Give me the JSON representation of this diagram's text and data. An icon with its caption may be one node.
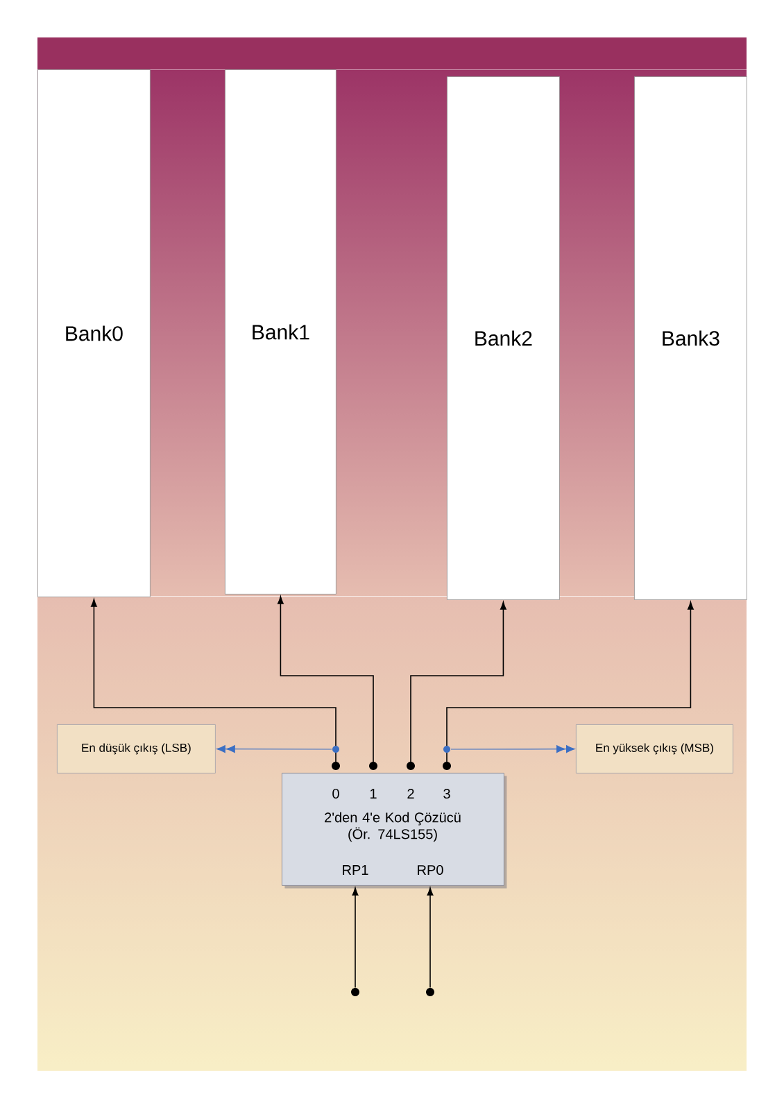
{
  "diagram": {
    "nodes": [
      {
        "text": [
          "Bank0"
        ]
      },
      {
        "text": [
          "Bank1"
        ]
      },
      {
        "text": [
          "Bank2"
        ]
      },
      {
        "text": [
          "Bank3"
        ]
      },
      {
        "text": [
          "En düşük çıkış (LSB)"
        ]
      },
      {
        "text": [
          "En yüksek çıkış (MSB)"
        ]
      },
      {
        "text": [
          "0",
          "1",
          "2",
          "3",
          "2'den 4'e Kod Çözücü (Ör. 74LS155)",
          "RP1",
          "RP0"
        ]
      },
      {
        "text": [],
        "shape": "circle"
      },
      {
        "text": [],
        "shape": "circle"
      }
    ],
    "edges": [
      {
        "from": 6,
        "to": 0,
        "arrow": "to"
      },
      {
        "from": 6,
        "to": 1,
        "arrow": "to"
      },
      {
        "from": 6,
        "to": 2,
        "arrow": "to"
      },
      {
        "from": 6,
        "to": 3,
        "arrow": "to"
      },
      {
        "from": 6,
        "to": 4,
        "arrow": "to",
        "color": "#3b6fc4"
      },
      {
        "from": 6,
        "to": 5,
        "arrow": "to",
        "color": "#3b6fc4"
      },
      {
        "from": 7,
        "to": 6,
        "arrow": "to"
      },
      {
        "from": 8,
        "to": 6,
        "arrow": "to"
      }
    ]
  }
}
